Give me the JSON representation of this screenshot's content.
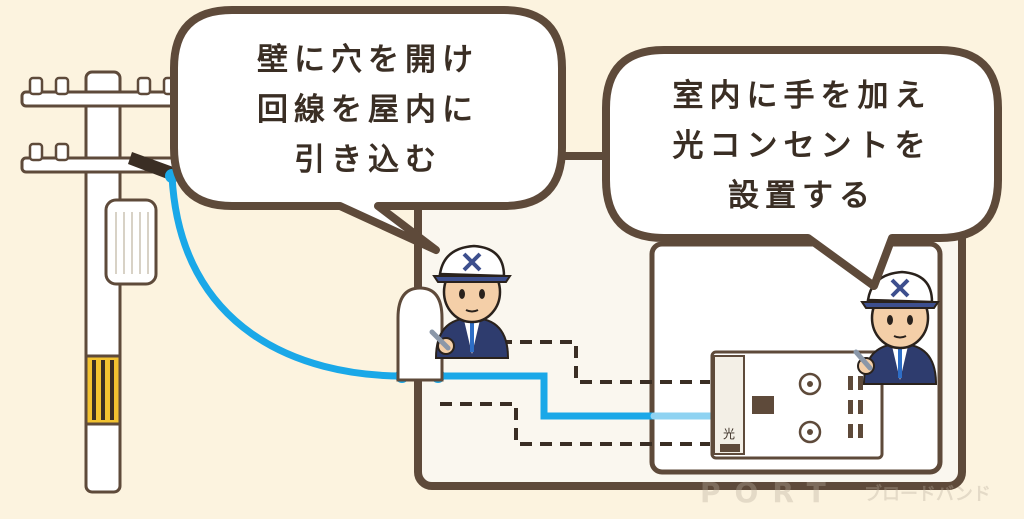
{
  "bubble_left": {
    "lines": [
      "壁に穴を開け",
      "回線を屋内に",
      "引き込む"
    ]
  },
  "bubble_right": {
    "lines": [
      "室内に手を加え",
      "光コンセントを",
      "設置する"
    ]
  },
  "outlet_label": "光",
  "watermark": {
    "brand": "PORT",
    "sub": "ブロードバンド"
  },
  "colors": {
    "background": "#fcf3df",
    "outline": "#5e4a3a",
    "fiber": "#1aa8e8",
    "fiber_light": "#8fd3f2",
    "room_fill": "#faf7ef",
    "bubble_fill": "#ffffff",
    "hazard_yellow": "#f2c230",
    "worker_cap": "#3d4f8e"
  },
  "icons": [
    "utility-pole-icon",
    "worker-icon",
    "optical-outlet-icon",
    "wall-entry-icon"
  ]
}
